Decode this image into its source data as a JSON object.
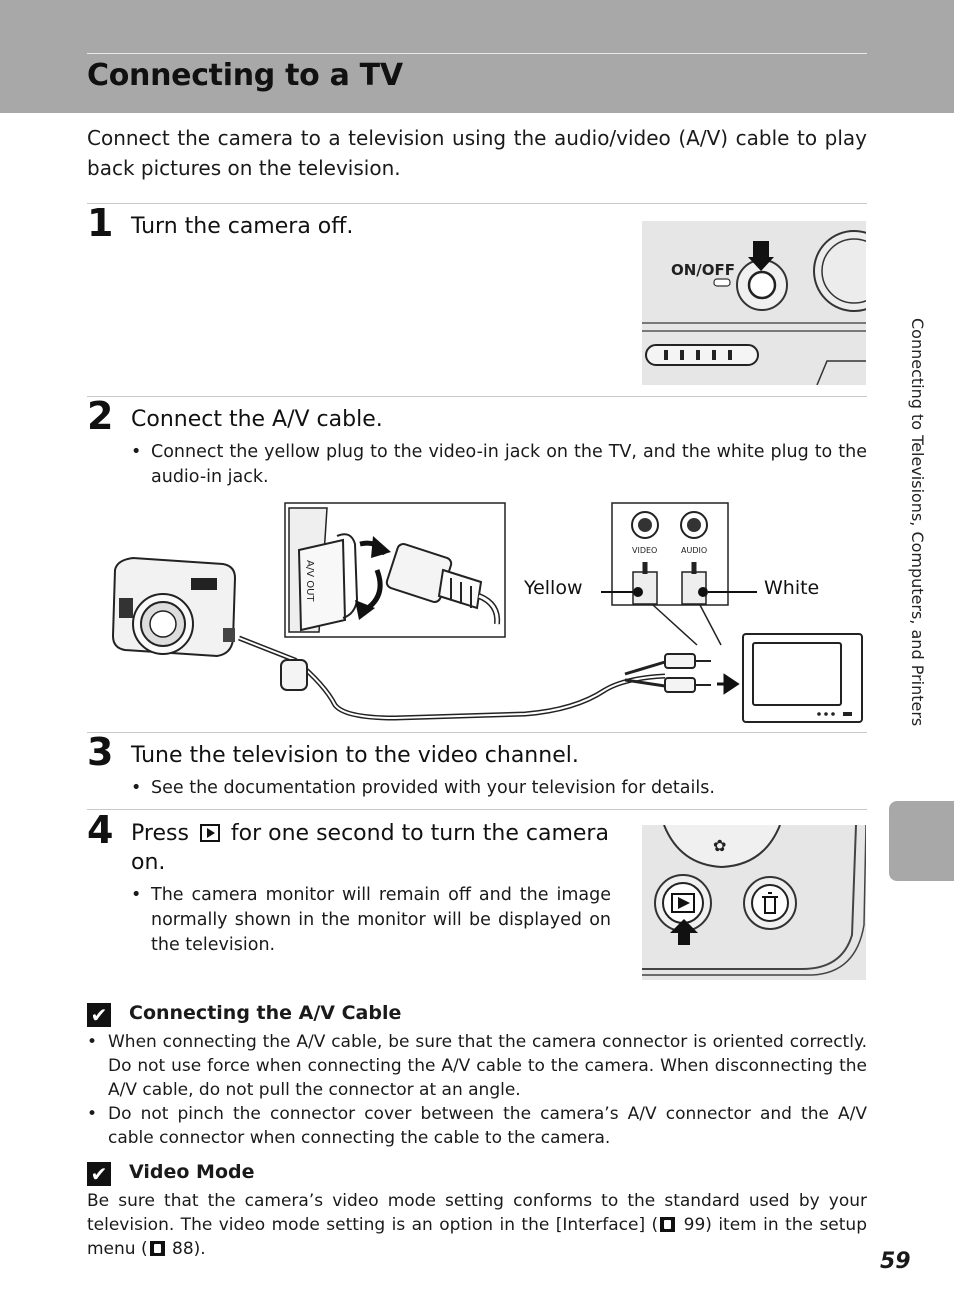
{
  "header": {
    "title": "Connecting to a TV"
  },
  "intro": "Connect the camera to a television using the audio/video (A/V) cable to play back pictures on the television.",
  "steps": [
    {
      "number": "1",
      "title": "Turn the camera off."
    },
    {
      "number": "2",
      "title": "Connect the A/V cable.",
      "bullet": "Connect the yellow plug to the video-in jack on the TV, and the white plug to the audio-in jack."
    },
    {
      "number": "3",
      "title": "Tune the television to the video channel.",
      "bullet": "See the documentation provided with your television for details."
    },
    {
      "number": "4",
      "title_prefix": "Press",
      "title_suffix": "for one second to turn the camera on.",
      "bullet": "The camera monitor will remain off and the image normally shown in the monitor will be displayed on the television."
    }
  ],
  "figures": {
    "onoff_label": "ON/OFF",
    "video_label": "VIDEO",
    "audio_label": "AUDIO",
    "yellow_label": "Yellow",
    "white_label": "White",
    "av_out_label": "A/V OUT"
  },
  "notes": {
    "av_cable": {
      "heading": "Connecting the A/V Cable",
      "bullets": [
        "When connecting the A/V cable, be sure that the camera connector is oriented correctly. Do not use force when connecting the A/V cable to the camera. When disconnecting the A/V cable, do not pull the connector at an angle.",
        "Do not pinch the connector cover between the camera’s A/V connector and the A/V cable connector when connecting the cable to the camera."
      ]
    },
    "video_mode": {
      "heading": "Video Mode",
      "text_1": "Be sure that the camera’s video mode setting conforms to the standard used by your television. The video mode setting is an option in the [Interface] (",
      "ref_1": "99",
      "text_2": ") item in the setup menu (",
      "ref_2": "88",
      "text_3": ")."
    }
  },
  "side_tab": "Connecting to Televisions, Computers, and Printers",
  "page_number": "59",
  "bullet_char": "•",
  "check_char": "✔"
}
